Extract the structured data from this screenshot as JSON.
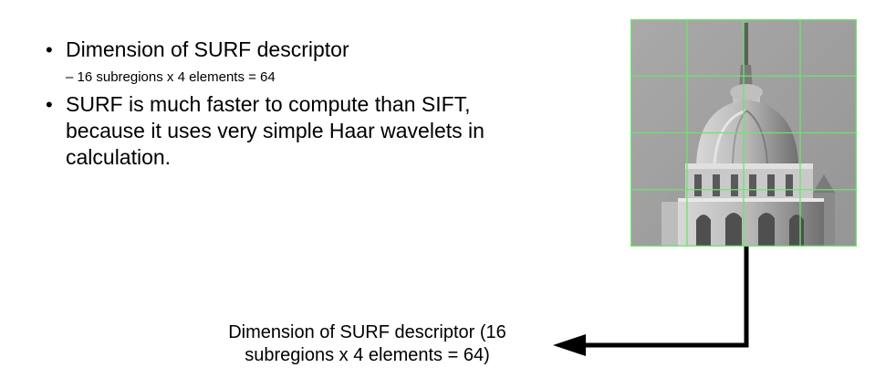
{
  "bullets": {
    "item1": "Dimension of SURF descriptor",
    "item1_sub": "– 16 subregions x 4 elements = 64",
    "item2": "SURF is much faster to compute than SIFT, because it uses very simple Haar wavelets in calculation."
  },
  "figure": {
    "grid": {
      "rows": 4,
      "cols": 4,
      "line_color": "#6ee36e"
    }
  },
  "caption": "Dimension of SURF descriptor (16 subregions x 4 elements = 64)"
}
